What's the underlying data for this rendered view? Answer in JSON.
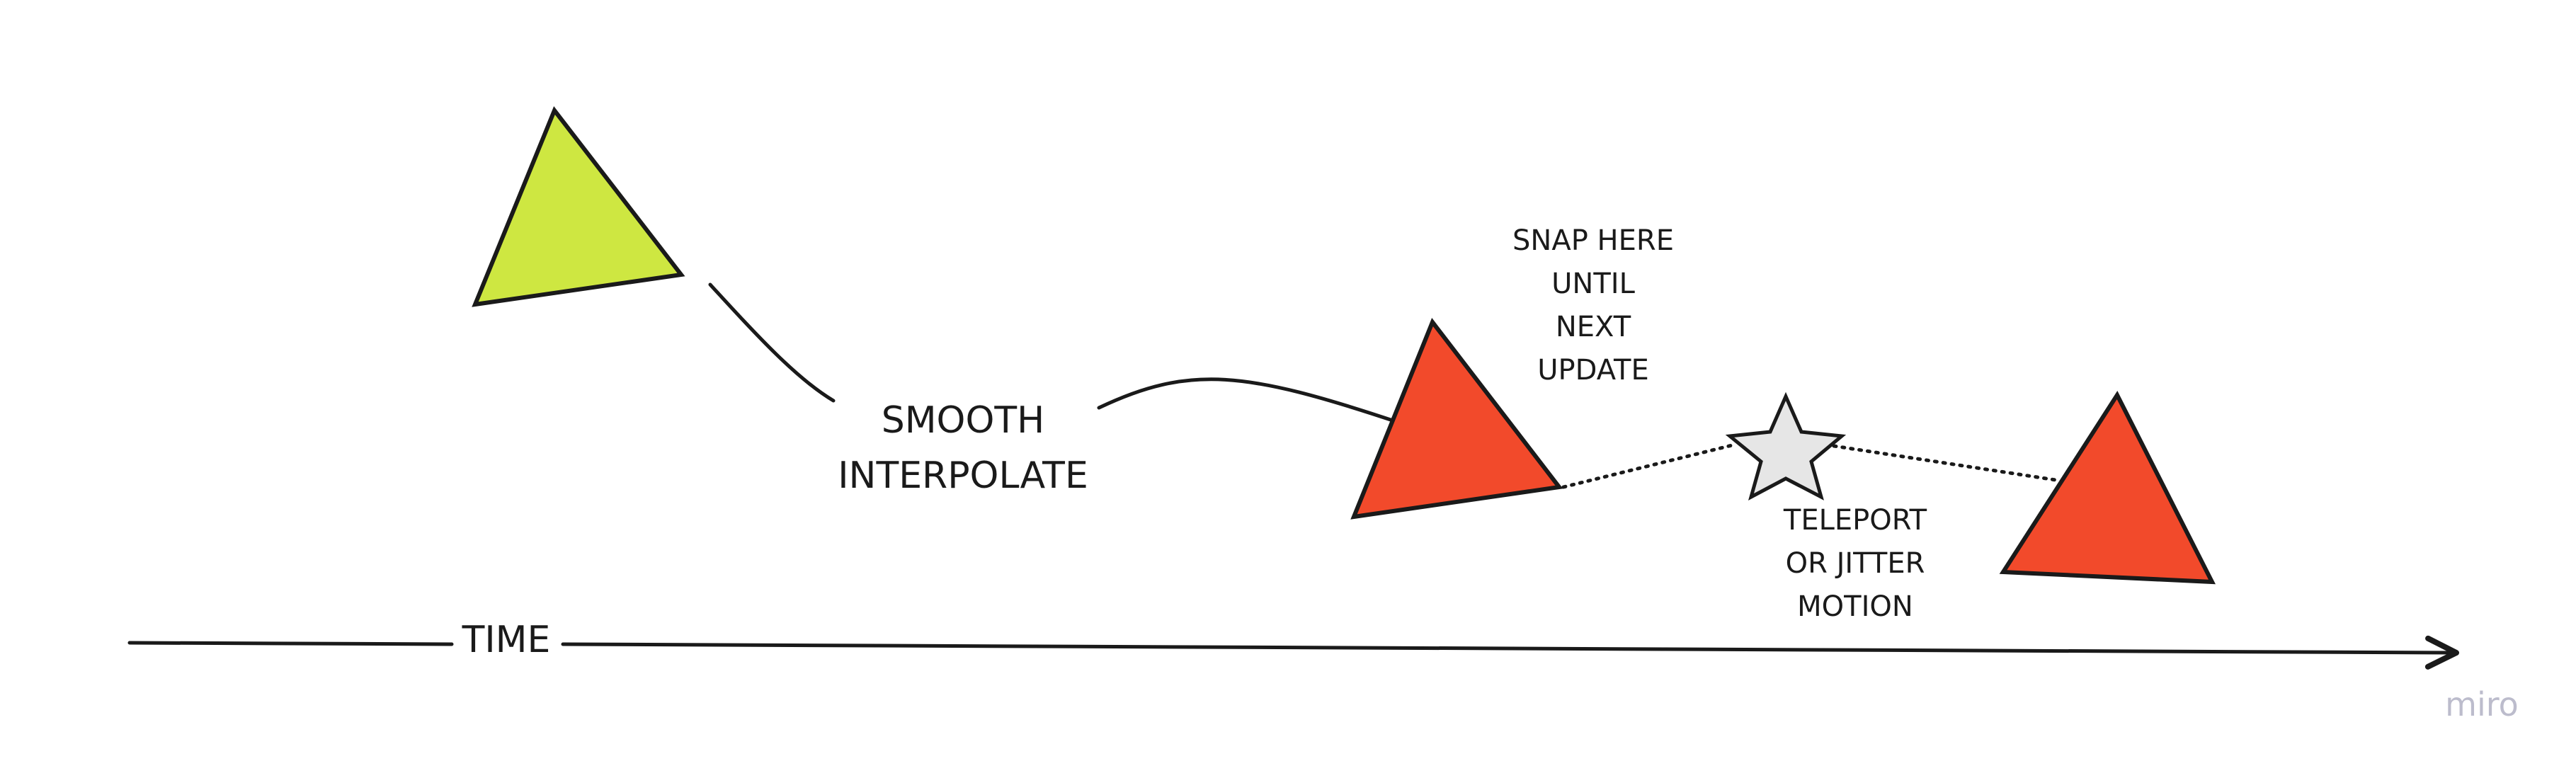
{
  "labels": {
    "smooth_interpolate": [
      "SMOOTH",
      "INTERPOLATE"
    ],
    "snap_here": [
      "SNAP HERE",
      "UNTIL",
      "NEXT",
      "UPDATE"
    ],
    "teleport": [
      "TELEPORT",
      "OR JITTER",
      "MOTION"
    ],
    "time": "TIME"
  },
  "branding": {
    "logo": "miro"
  },
  "shapes": {
    "start_triangle": {
      "icon": "triangle-icon",
      "fill": "#cee741"
    },
    "snap_triangle": {
      "icon": "triangle-icon",
      "fill": "#f24a2b"
    },
    "end_triangle": {
      "icon": "triangle-icon",
      "fill": "#f24a2b"
    },
    "jitter_marker": {
      "icon": "star-icon",
      "fill": "#e6e6e6"
    }
  },
  "colors": {
    "stroke": "#1a1a1a",
    "logo": "#bcbccc",
    "background": "#ffffff"
  }
}
